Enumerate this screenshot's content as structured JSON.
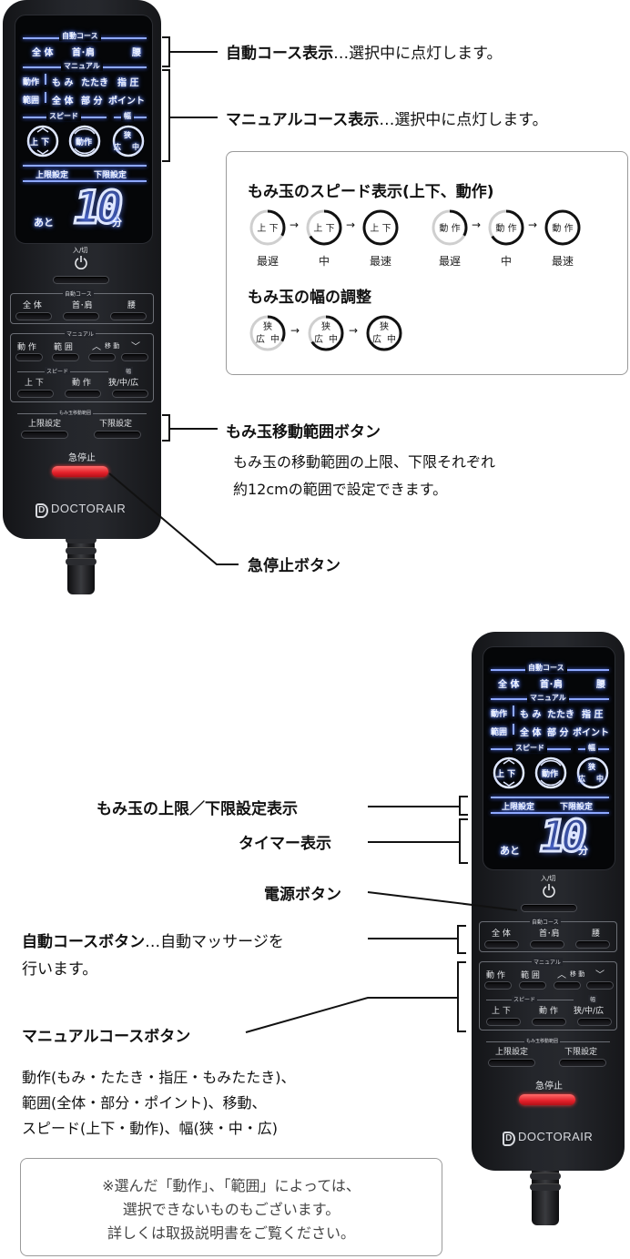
{
  "remote": {
    "lcd": {
      "auto_course_title": "自動コース",
      "auto_items": [
        "全 体",
        "首･肩",
        "腰"
      ],
      "manual_title": "マニュアル",
      "action_label": "動作",
      "action_items": [
        "も み",
        "たたき",
        "指 圧"
      ],
      "range_label": "範囲",
      "range_items": [
        "全 体",
        "部 分",
        "ポイント"
      ],
      "speed_title": "スピード",
      "width_title": "幅",
      "speed_up_down": "上 下",
      "speed_action": "動作",
      "width_narrow": "狭",
      "width_wide": "広",
      "width_mid": "中",
      "upper_limit": "上限設定",
      "lower_limit": "下限設定",
      "remaining": "あと",
      "timer_value": "10",
      "minutes": "分"
    },
    "power_label": "入/切",
    "auto_group_label": "自動コース",
    "auto_buttons": [
      "全 体",
      "首･肩",
      "腰"
    ],
    "manual_group_label": "マニュアル",
    "manual_action": "動 作",
    "manual_range": "範 囲",
    "manual_move": "移 動",
    "speed_sub_label": "スピード",
    "width_sub_label": "幅",
    "speed_up_down": "上 下",
    "speed_action": "動 作",
    "width_btn": "狭/中/広",
    "range_group_label": "もみ玉移動範囲",
    "upper_limit": "上限設定",
    "lower_limit": "下限設定",
    "stop_label": "急停止",
    "brand": "DOCTORAIR",
    "brand_mark": "D"
  },
  "annotations_top": {
    "auto_course_display": "自動コース表示",
    "auto_course_display_desc": "…選択中に点灯します。",
    "manual_course_display": "マニュアルコース表示",
    "manual_course_display_desc": "…選択中に点灯します。",
    "range_button": "もみ玉移動範囲ボタン",
    "range_button_desc1": "もみ玉の移動範囲の上限、下限それぞれ",
    "range_button_desc2": "約12cmの範囲で設定できます。",
    "stop_button": "急停止ボタン"
  },
  "speed_box": {
    "speed_title": "もみ玉のスピード表示(上下、動作)",
    "up_down": "上 下",
    "action": "動 作",
    "speed_levels": [
      "最遅",
      "中",
      "最速"
    ],
    "width_title": "もみ玉の幅の調整",
    "width_narrow": "狭",
    "width_wide": "広",
    "width_mid": "中"
  },
  "annotations_bottom": {
    "limit_display": "もみ玉の上限／下限設定表示",
    "timer_display": "タイマー表示",
    "power_button": "電源ボタン",
    "auto_course_button": "自動コースボタン",
    "auto_course_button_desc": "…自動マッサージを",
    "auto_course_button_desc2": "行います。",
    "manual_course_button": "マニュアルコースボタン",
    "manual_desc1": "動作(もみ・たたき・指圧・もみたたき)、",
    "manual_desc2": "範囲(全体・部分・ポイント)、移動、",
    "manual_desc3": "スピード(上下・動作)、幅(狭・中・広)"
  },
  "notice": {
    "line1": "※選んだ「動作」、「範囲」によっては、",
    "line2": "選択できないものもございます。",
    "line3": "詳しくは取扱説明書をご覧ください。"
  }
}
